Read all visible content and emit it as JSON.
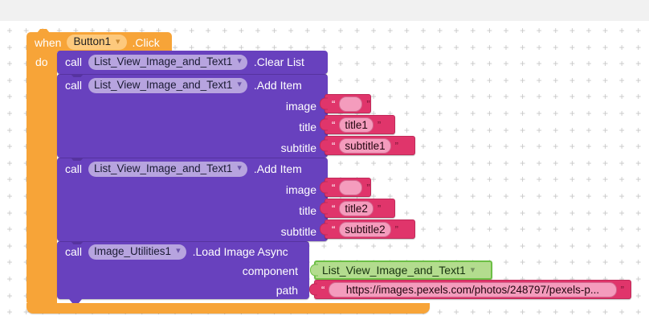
{
  "event_block": {
    "keyword": "when",
    "component": "Button1",
    "event": ".Click",
    "do_label": "do"
  },
  "calls": [
    {
      "keyword": "call",
      "component": "List_View_Image_and_Text1",
      "method": ".Clear List"
    },
    {
      "keyword": "call",
      "component": "List_View_Image_and_Text1",
      "method": ".Add Item",
      "params": [
        {
          "label": "image",
          "value": ""
        },
        {
          "label": "title",
          "value": "title1"
        },
        {
          "label": "subtitle",
          "value": "subtitle1"
        }
      ]
    },
    {
      "keyword": "call",
      "component": "List_View_Image_and_Text1",
      "method": ".Add Item",
      "params": [
        {
          "label": "image",
          "value": ""
        },
        {
          "label": "title",
          "value": "title2"
        },
        {
          "label": "subtitle",
          "value": "subtitle2"
        }
      ]
    },
    {
      "keyword": "call",
      "component": "Image_Utilities1",
      "method": ".Load Image Async",
      "params": [
        {
          "label": "component",
          "value": "List_View_Image_and_Text1"
        },
        {
          "label": "path",
          "value": "https://images.pexels.com/photos/248797/pexels-p..."
        }
      ]
    }
  ],
  "quotes": {
    "open": "“",
    "close": "”"
  },
  "icons": {
    "dropdown": "▾"
  },
  "colors": {
    "event_block": "#f7a438",
    "call_block": "#6841be",
    "text_block": "#e0356b",
    "text_field": "#f49cbd",
    "component_block": "#b3dc8e",
    "component_border": "#6cbf45",
    "grid_mark": "#c7c7c7"
  }
}
